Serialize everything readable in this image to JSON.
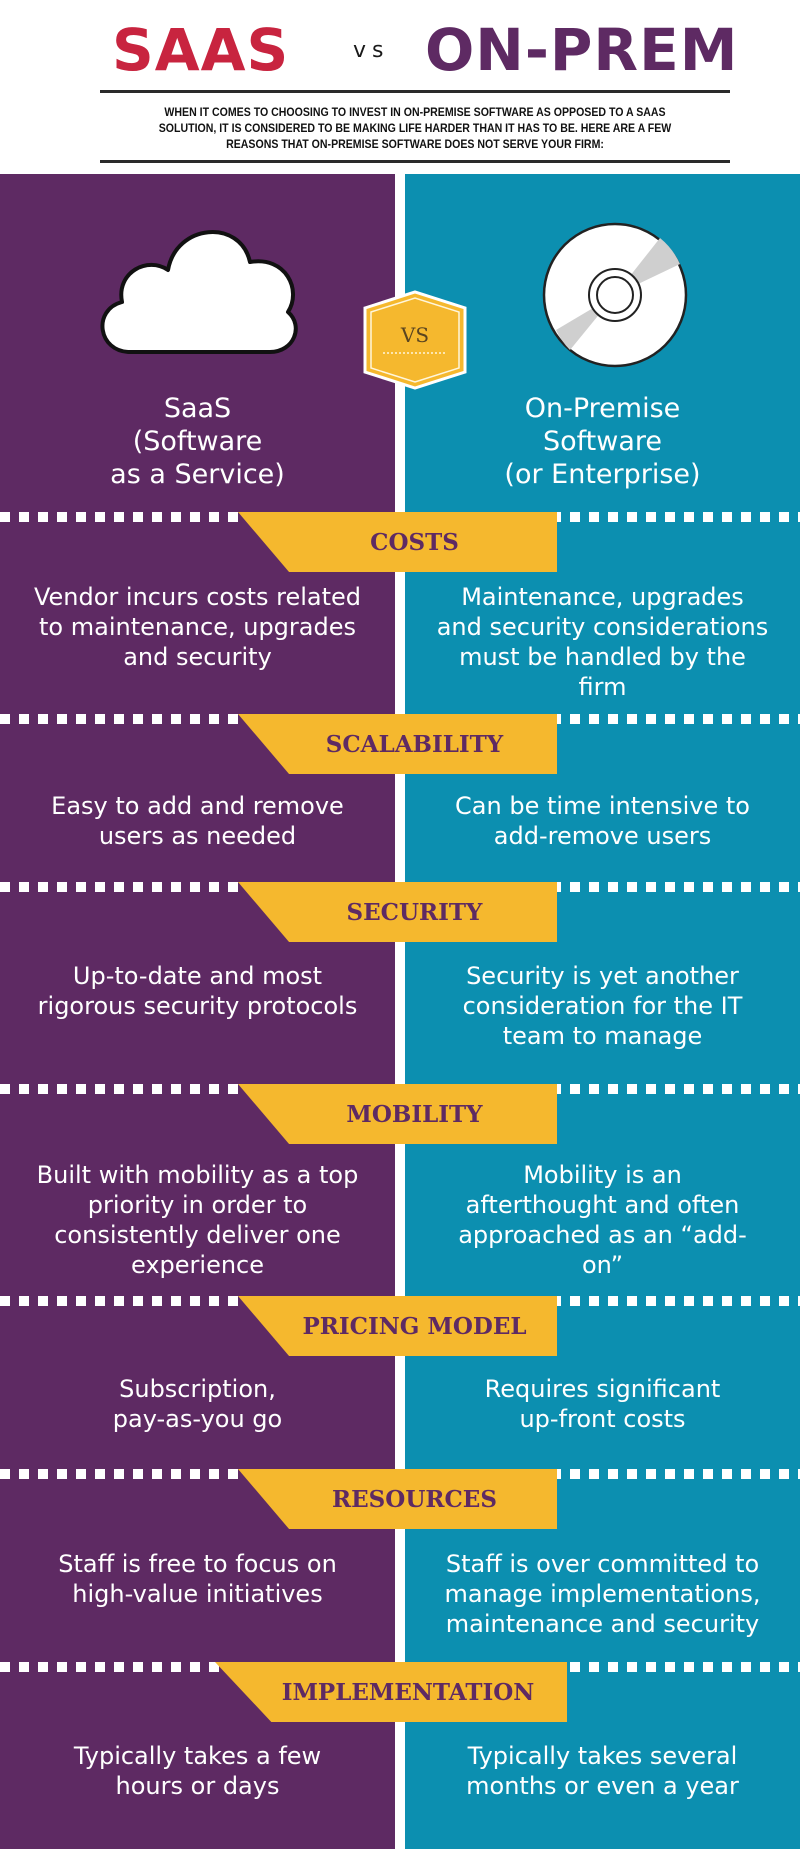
{
  "header": {
    "title_left": "SAAS",
    "title_vs": "vs",
    "title_right": "ON-PREM",
    "intro": "WHEN IT COMES TO CHOOSING TO INVEST IN ON-PREMISE SOFTWARE AS OPPOSED TO A SAAS SOLUTION, IT IS CONSIDERED TO BE MAKING LIFE HARDER THAN IT HAS TO BE. HERE ARE A FEW REASONS THAT ON-PREMISE SOFTWARE DOES NOT SERVE YOUR FIRM:"
  },
  "hero": {
    "left_icon": "cloud-icon",
    "right_icon": "disc-icon",
    "badge": "VS",
    "left_lines": [
      "SaaS",
      "(Software",
      "as a Service)"
    ],
    "right_lines": [
      "On-Premise",
      "Software",
      "(or Enterprise)"
    ]
  },
  "colors": {
    "saas_purple": "#5e2a63",
    "onprem_teal": "#0c8fb0",
    "banner_gold": "#f5b82e",
    "saas_red": "#c8243f"
  },
  "sections": [
    {
      "label": "COSTS",
      "left": [
        "Vendor incurs costs related",
        "to maintenance, upgrades",
        "and security"
      ],
      "right": [
        "Maintenance, upgrades",
        "and security considerations",
        "must be handled by the",
        "firm"
      ]
    },
    {
      "label": "SCALABILITY",
      "left": [
        "Easy to add and remove",
        "users as needed"
      ],
      "right": [
        "Can be time intensive to",
        "add-remove users"
      ]
    },
    {
      "label": "SECURITY",
      "left": [
        "Up-to-date and most",
        "rigorous security protocols"
      ],
      "right": [
        "Security is yet another",
        "consideration for the IT",
        "team to manage"
      ]
    },
    {
      "label": "MOBILITY",
      "left": [
        "Built with mobility as a top",
        "priority in order to",
        "consistently deliver one",
        "experience"
      ],
      "right": [
        "Mobility is an",
        "afterthought and often",
        "approached as an “add-",
        "on”"
      ]
    },
    {
      "label": "PRICING MODEL",
      "left": [
        "Subscription,",
        "pay-as-you go"
      ],
      "right": [
        "Requires significant",
        "up-front costs"
      ]
    },
    {
      "label": "RESOURCES",
      "left": [
        "Staff is free to focus on",
        "high-value initiatives"
      ],
      "right": [
        "Staff is over committed to",
        "manage implementations,",
        "maintenance and security"
      ]
    },
    {
      "label": "IMPLEMENTATION",
      "left": [
        "Typically takes a few",
        "hours or days"
      ],
      "right": [
        "Typically takes several",
        "months or even a year"
      ]
    }
  ]
}
